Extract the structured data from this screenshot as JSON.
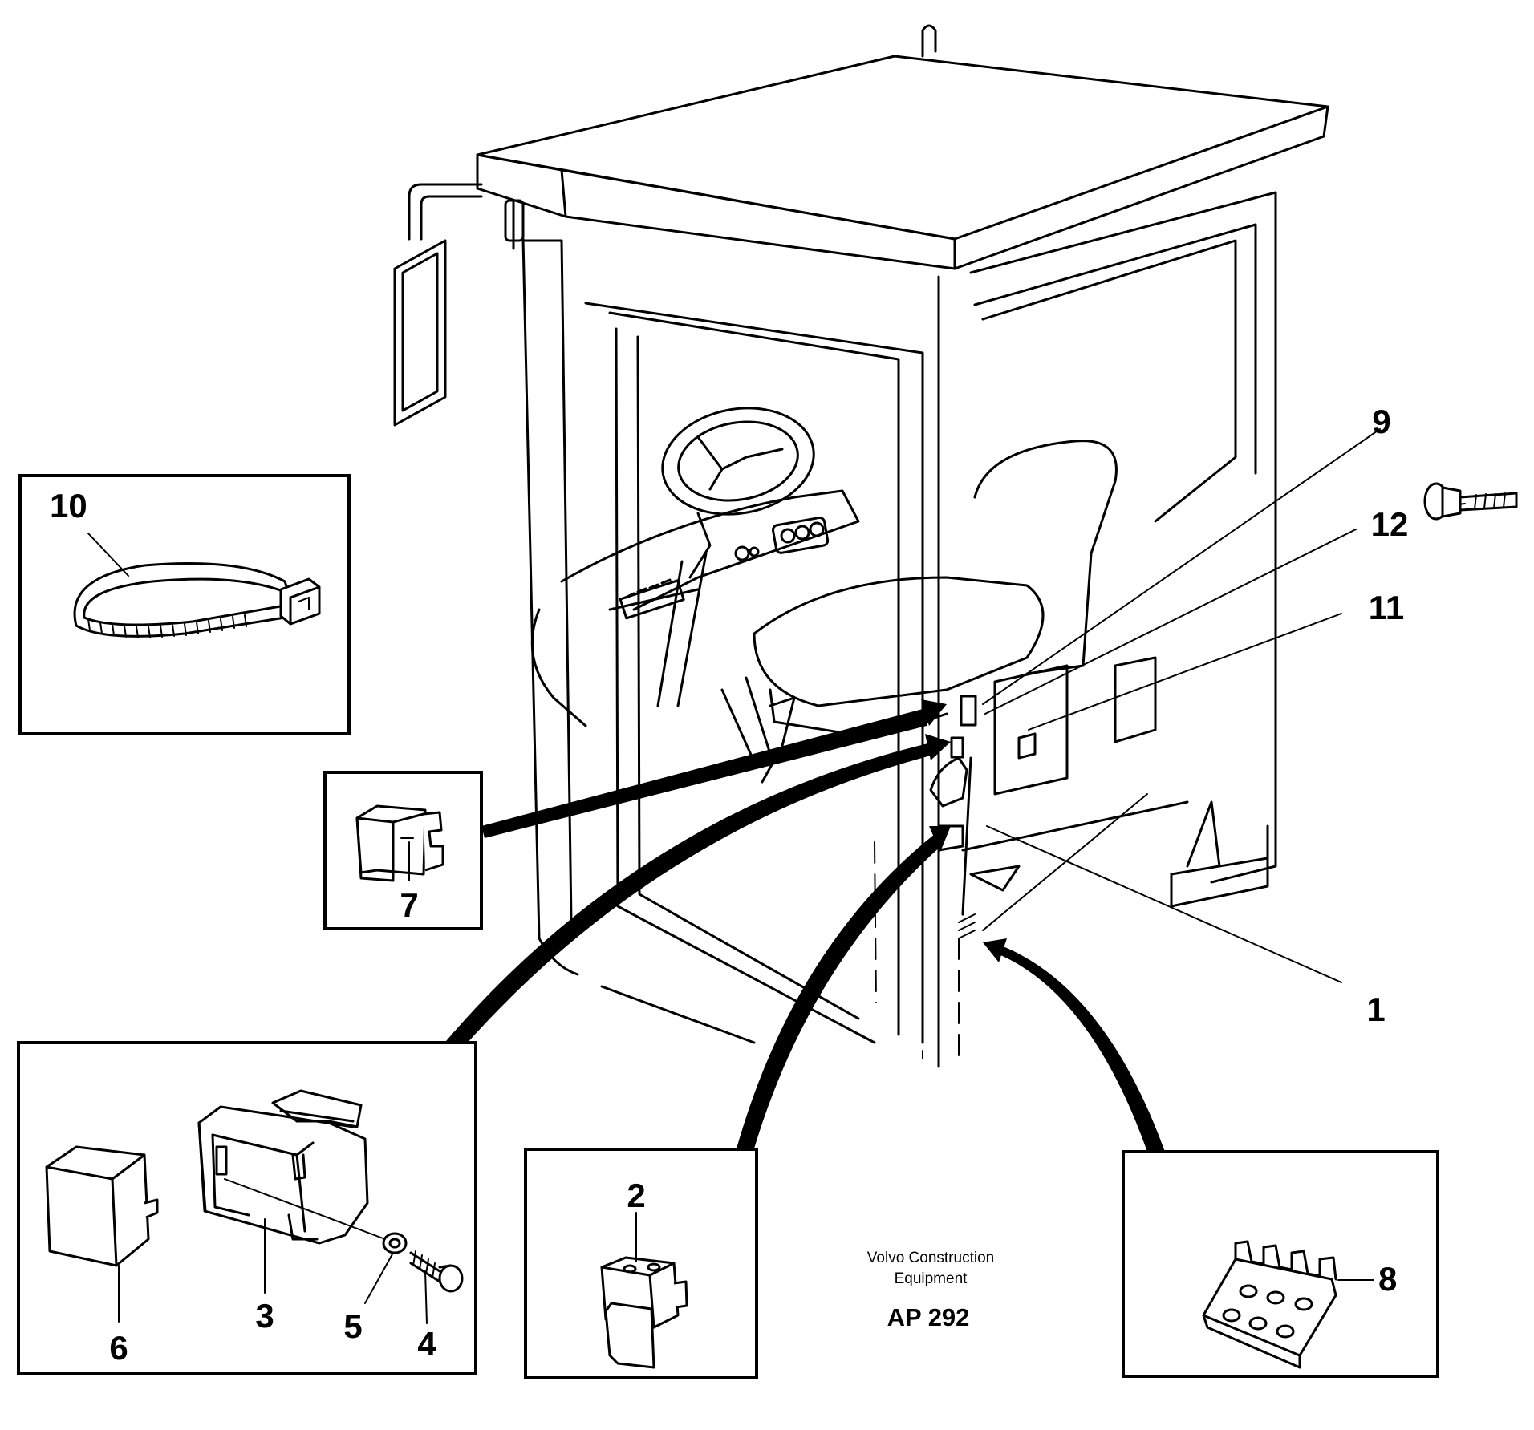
{
  "callouts": {
    "c1": "1",
    "c2": "2",
    "c3": "3",
    "c4": "4",
    "c5": "5",
    "c6": "6",
    "c7": "7",
    "c8": "8",
    "c9": "9",
    "c10": "10",
    "c11": "11",
    "c12": "12"
  },
  "caption": {
    "line1": "Volvo Construction",
    "line2": "Equipment",
    "code": "AP 292"
  },
  "icons": {
    "cab": "operator-cab-icon",
    "tie": "cable-tie-icon",
    "fuse": "fuse-icon",
    "relay": "relay-icon",
    "connector": "connector-icon",
    "bracket": "terminal-bracket-icon",
    "bolt": "bolt-icon"
  }
}
